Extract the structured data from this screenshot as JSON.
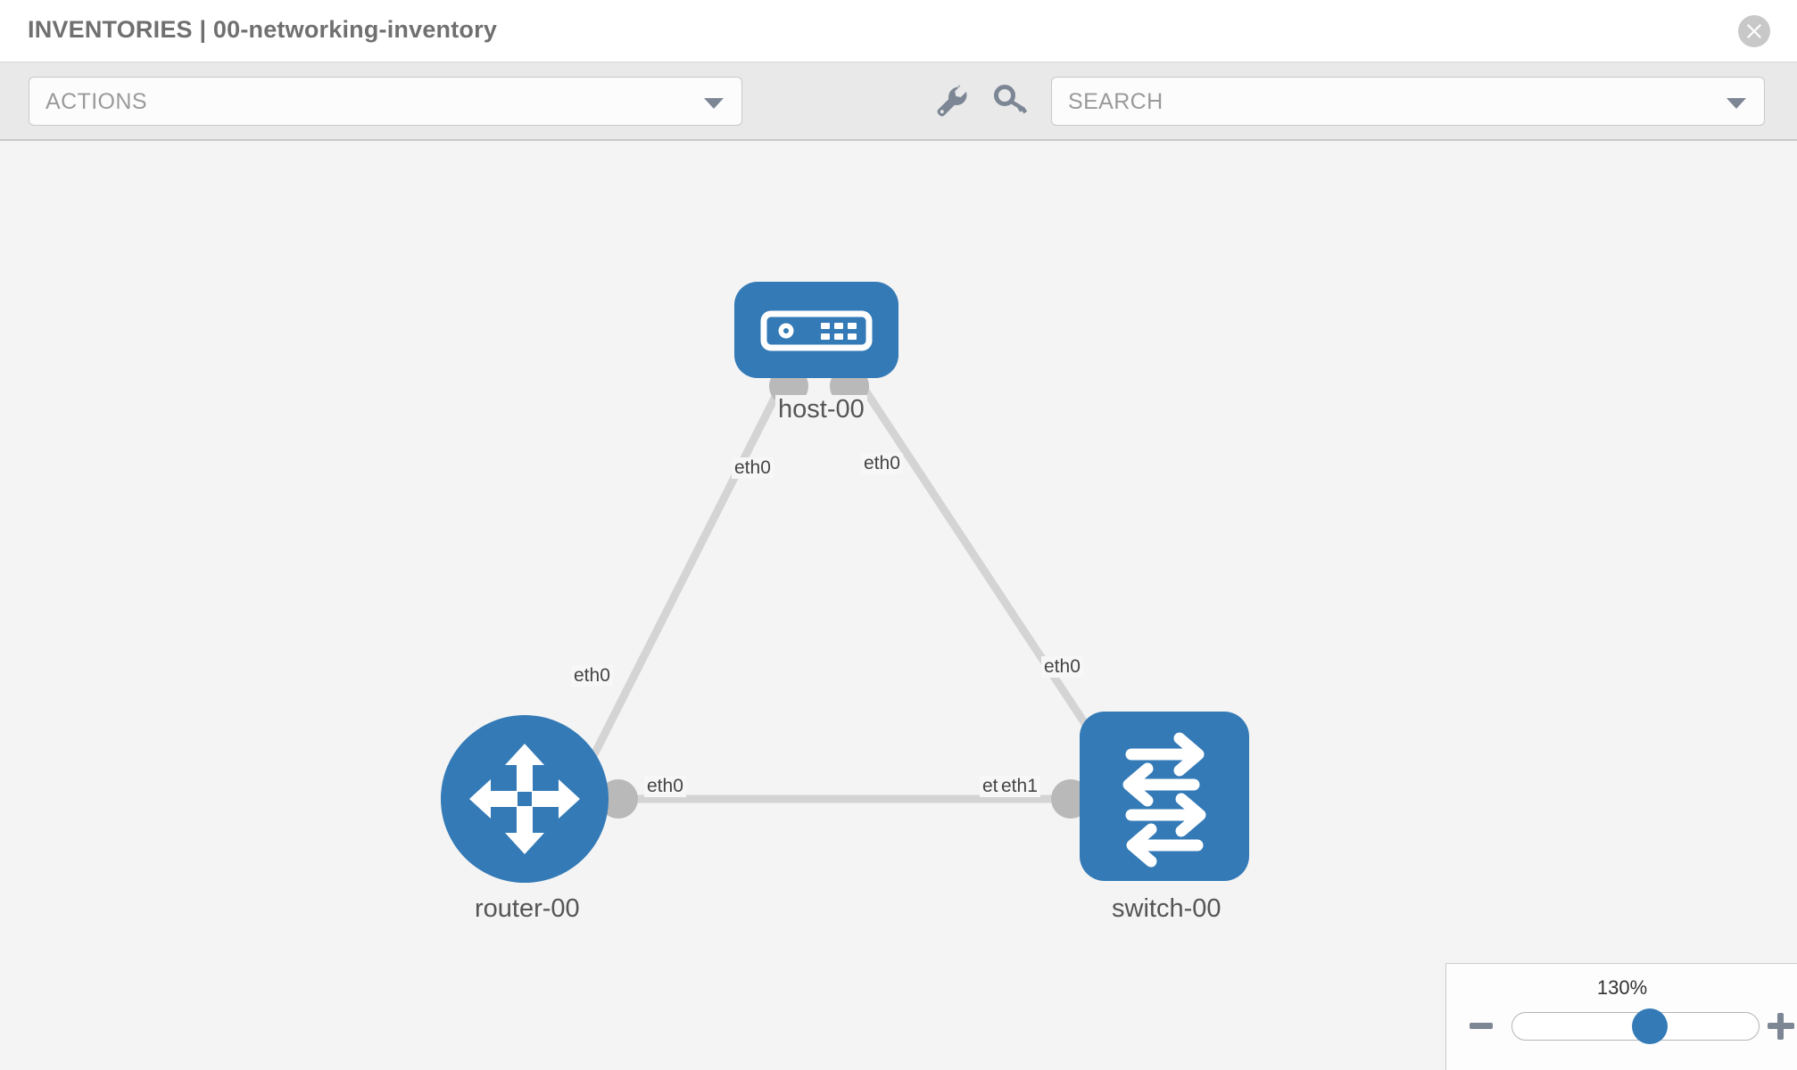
{
  "header": {
    "title": "INVENTORIES | 00-networking-inventory",
    "close_icon": "close-circle-icon"
  },
  "toolbar": {
    "actions_label": "ACTIONS",
    "actions_caret_icon": "chevron-down-icon",
    "wrench_icon": "wrench-icon",
    "key_icon": "key-icon",
    "search_placeholder": "SEARCH",
    "search_caret_icon": "chevron-down-icon"
  },
  "topology": {
    "nodes": [
      {
        "id": "host-00",
        "label": "host-00",
        "icon": "server-icon",
        "color": "#337ab7",
        "shape": "rounded-rect"
      },
      {
        "id": "router-00",
        "label": "router-00",
        "icon": "router-arrows-icon",
        "color": "#337ab7",
        "shape": "circle"
      },
      {
        "id": "switch-00",
        "label": "switch-00",
        "icon": "switch-arrows-icon",
        "color": "#337ab7",
        "shape": "rounded-square"
      }
    ],
    "links": [
      {
        "from": "host-00",
        "to": "router-00",
        "from_iface": "eth0",
        "to_iface": "eth0"
      },
      {
        "from": "host-00",
        "to": "switch-00",
        "from_iface": "eth0",
        "to_iface": "eth0"
      },
      {
        "from": "router-00",
        "to": "switch-00",
        "from_iface": "eth0",
        "to_iface": "eth1",
        "overlap_iface": "eth0"
      }
    ],
    "iface_labels": {
      "host_left": "eth0",
      "host_right": "eth0",
      "router_up": "eth0",
      "switch_up": "eth0",
      "router_right": "eth0",
      "switch_left_a": "eth",
      "switch_left_b": "eth1"
    },
    "colors": {
      "node": "#337ab7",
      "link": "#d0d0d0",
      "connector": "#b9b9b9",
      "canvas": "#f4f4f4"
    }
  },
  "zoom": {
    "value": "130%",
    "minus_icon": "minus-icon",
    "plus_icon": "plus-icon",
    "slider_position_pct": 65
  }
}
